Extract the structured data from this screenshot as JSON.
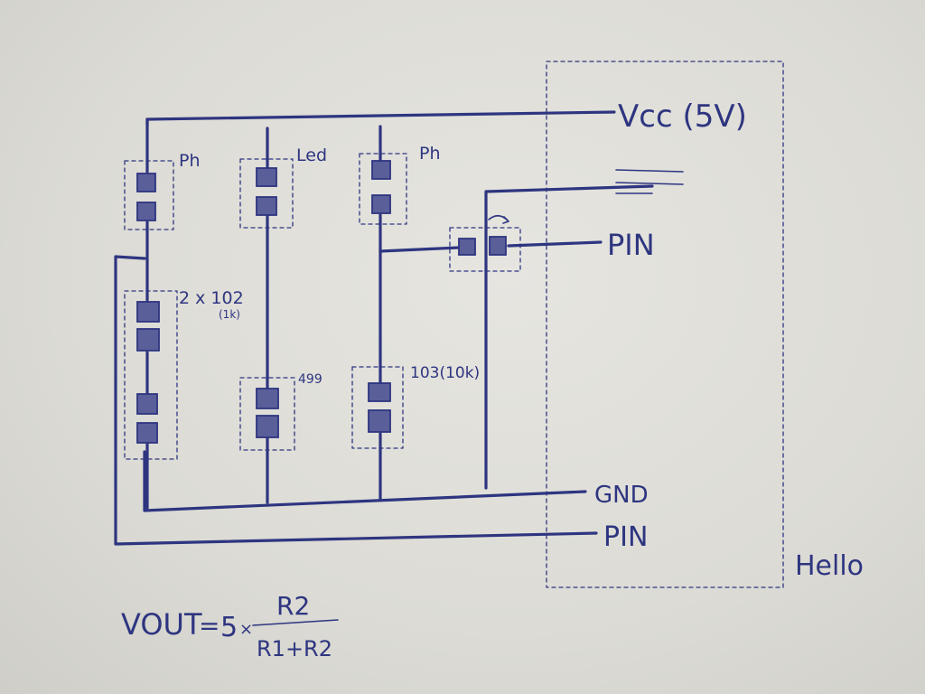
{
  "labels": {
    "vcc": "Vcc (5V)",
    "pin_top": "PIN",
    "gnd": "GND",
    "pin_bottom": "PIN",
    "module": "Hello",
    "ph_left": "Ph",
    "led": "Led",
    "ph_right": "Ph",
    "resistor_left": "2 x 102",
    "resistor_left_value": "(1k)",
    "resistor_mid": "499",
    "resistor_right": "103(10k)"
  },
  "formula": {
    "lhs": "VOUT",
    "equals": "=",
    "factor": "5",
    "times": "×",
    "numerator": "R2",
    "denominator": "R1+R2"
  },
  "colors": {
    "ink": "#2e3580",
    "paper": "#dcdbd5"
  }
}
